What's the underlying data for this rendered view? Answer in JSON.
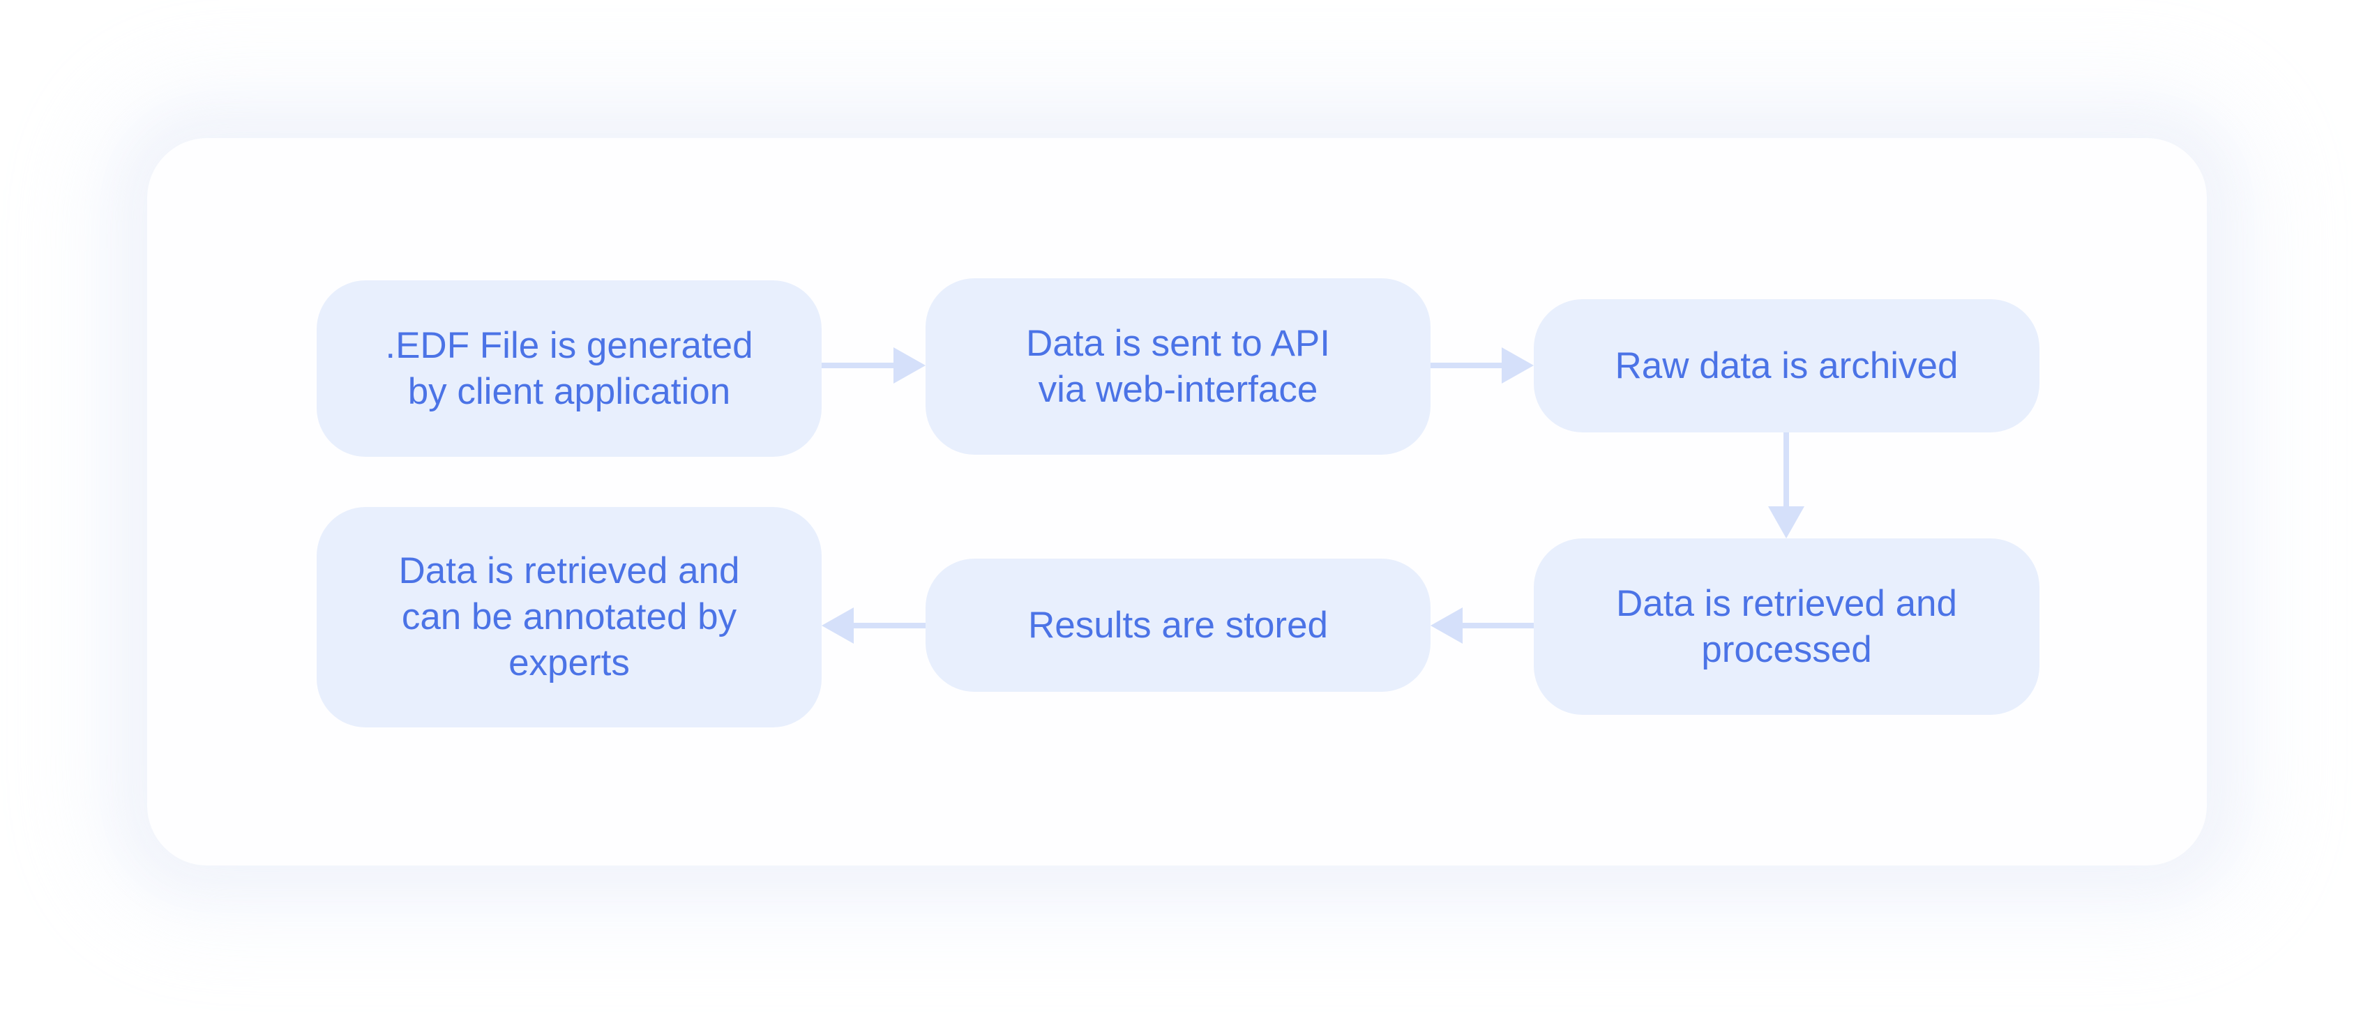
{
  "diagram": {
    "type": "flowchart",
    "colors": {
      "node_fill": "#e8effd",
      "node_text": "#4b73e6",
      "arrow": "#d5e0fa",
      "panel": "#fefeff"
    },
    "nodes": [
      {
        "id": "n1",
        "label": ".EDF File is generated\nby client application"
      },
      {
        "id": "n2",
        "label": "Data is sent to API\nvia web-interface"
      },
      {
        "id": "n3",
        "label": "Raw data is archived"
      },
      {
        "id": "n4",
        "label": "Data is retrieved and\nprocessed"
      },
      {
        "id": "n5",
        "label": "Results are stored"
      },
      {
        "id": "n6",
        "label": "Data is retrieved and\ncan be annotated by\nexperts"
      }
    ],
    "edges": [
      {
        "from": "n1",
        "to": "n2"
      },
      {
        "from": "n2",
        "to": "n3"
      },
      {
        "from": "n3",
        "to": "n4"
      },
      {
        "from": "n4",
        "to": "n5"
      },
      {
        "from": "n5",
        "to": "n6"
      }
    ]
  }
}
